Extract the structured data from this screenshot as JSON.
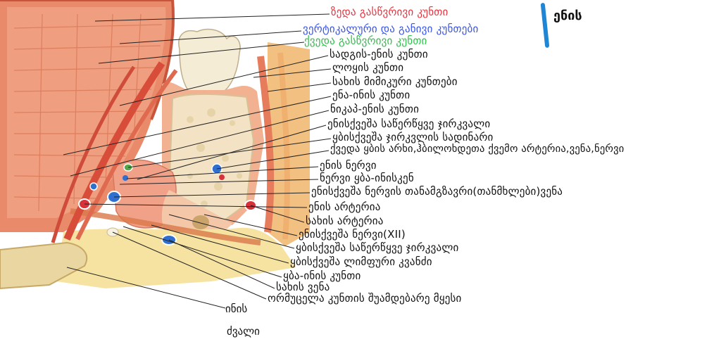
{
  "title": "ენის",
  "labels": {
    "l1": "ზედა გასწვრივი კუნთი",
    "l2": "ვერტიკალური და განივი კუნთები",
    "l3": "ქვედა გასწვრივი კუნთი",
    "l4": "სადგის-ენის კუნთი",
    "l5": "ლოყის კუნთი",
    "l6": "სახის მიმიკური კუნთები",
    "l7": "ენა-ინის კუნთი",
    "l8": "ნიკაპ-ენის კუნთი",
    "l9": "ენისქვეშა საწერწყვე ჯირკვალი",
    "l10": "ყბისქვეშა ჯირკვლის სადინარი",
    "l11": "ქვედა ყბის არხი,ჰბილოხდეთა ქვემო არტერია,ვენა,ნერვი",
    "l12": "ენის ნერვი",
    "l13": "ნერვი ყბა-ინისკენ",
    "l14": "ენისქვეშა ნერვის თანამგზავრი(თანმხლები)ვენა",
    "l15": "ენის არტერია",
    "l16": "სახის არტერია",
    "l17": "ენისქვეშა ნერვი(XII)",
    "l18": "ყბისქვეშა საწერწყვე ჯირკვალი",
    "l19": "ყბისქვეშა ლიმფური კვანძი",
    "l20": "ყბა-ინის კუნთი",
    "l21": "სახის ვენა",
    "l22": "ორმუცელა კუნთის შუამდებარე მყესი"
  },
  "bone_label": {
    "line1": "ინის",
    "line2": "ძვალი"
  },
  "colors": {
    "red": "#e8343f",
    "blue": "#3a55e6",
    "green": "#2ec24a",
    "bar": "#1f86d6"
  }
}
